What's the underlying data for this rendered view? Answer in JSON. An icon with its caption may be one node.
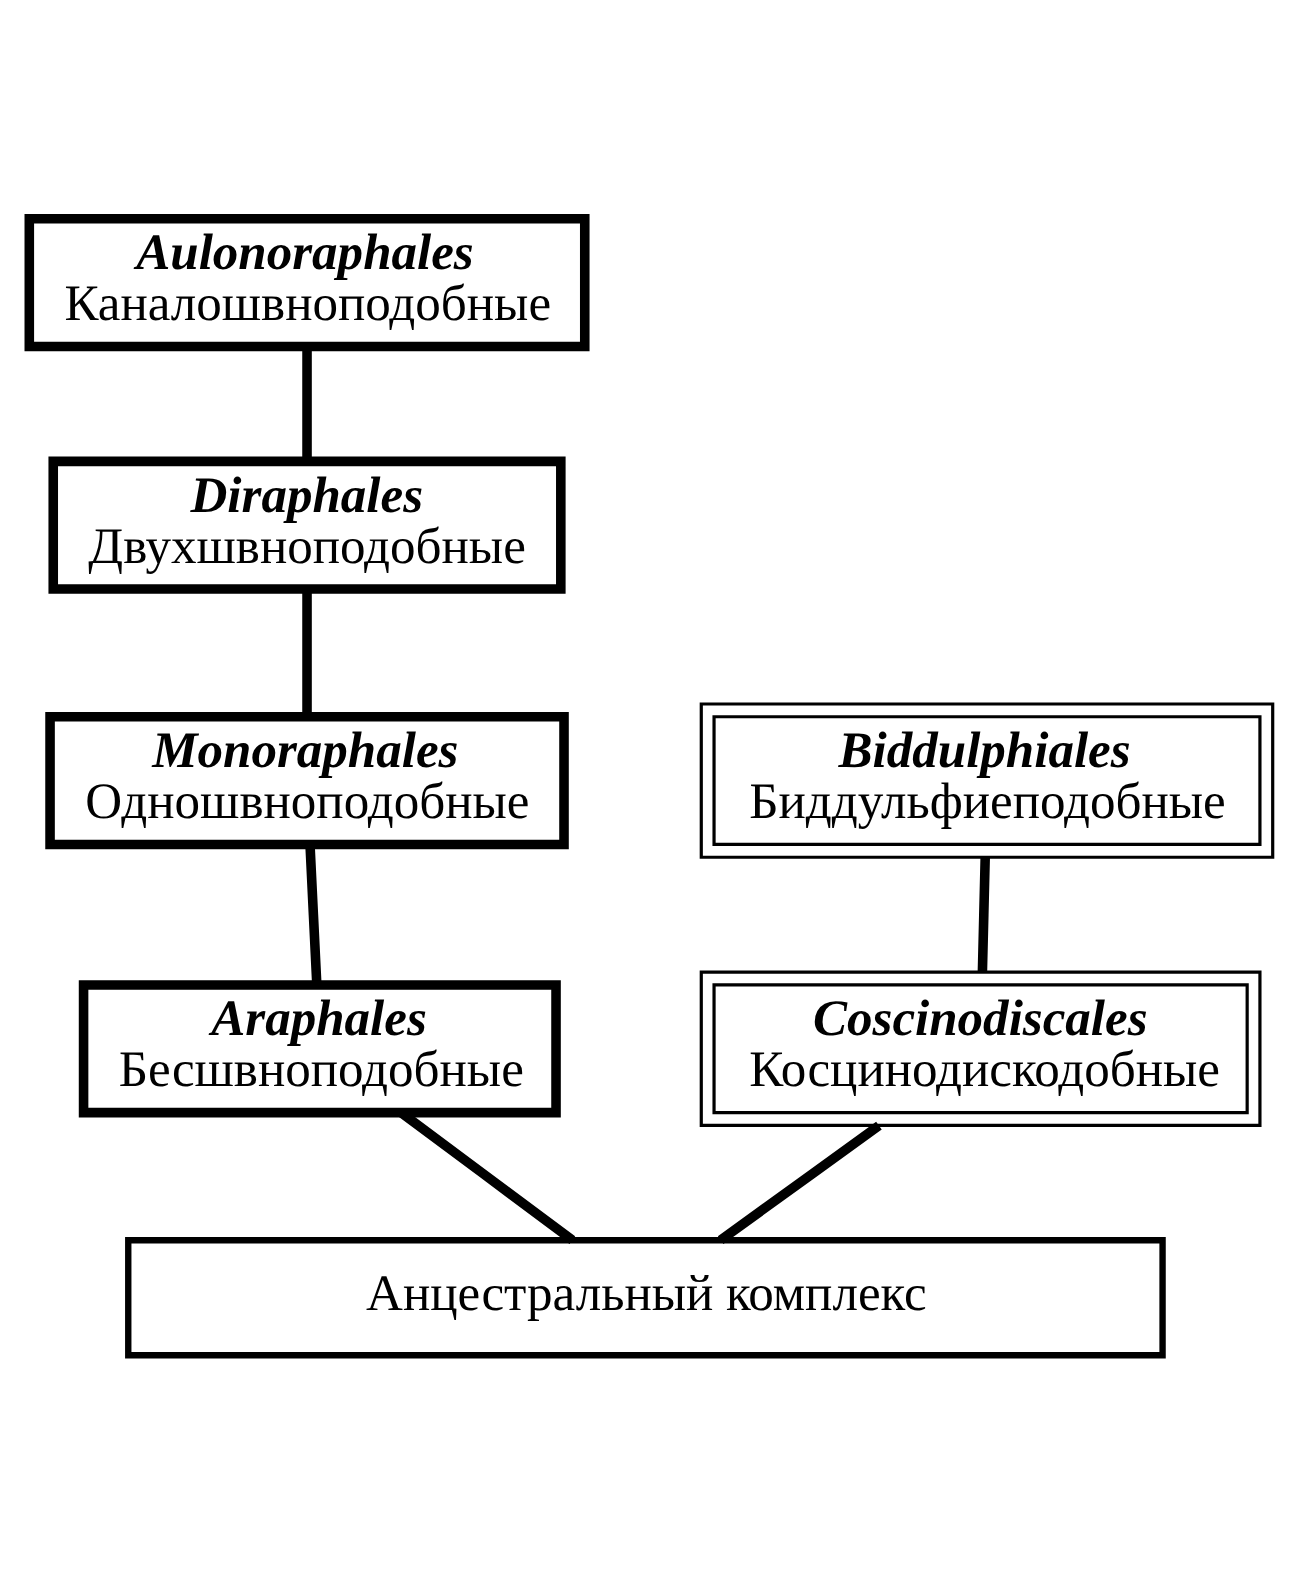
{
  "diagram": {
    "nodes": [
      {
        "text": [
          "Aulonoraphales",
          "Каналошвноподобные"
        ]
      },
      {
        "text": [
          "Diraphales",
          "Двухшвноподобные"
        ]
      },
      {
        "text": [
          "Monoraphales",
          "Одношвноподобные"
        ]
      },
      {
        "text": [
          "Araphales",
          "Бесшвноподобные"
        ]
      },
      {
        "text": [
          "Biddulphiales",
          "Биддульфиеподобные"
        ]
      },
      {
        "text": [
          "Coscinodiscales",
          "Косцинодискодобные"
        ]
      },
      {
        "text": [
          "Анцестральный комплекс"
        ]
      }
    ],
    "edges": [
      {
        "from": 6,
        "to": 3,
        "arrow": "none"
      },
      {
        "from": 3,
        "to": 2,
        "arrow": "none"
      },
      {
        "from": 2,
        "to": 1,
        "arrow": "none"
      },
      {
        "from": 1,
        "to": 0,
        "arrow": "none"
      },
      {
        "from": 6,
        "to": 5,
        "arrow": "none"
      },
      {
        "from": 5,
        "to": 4,
        "arrow": "none"
      }
    ]
  }
}
